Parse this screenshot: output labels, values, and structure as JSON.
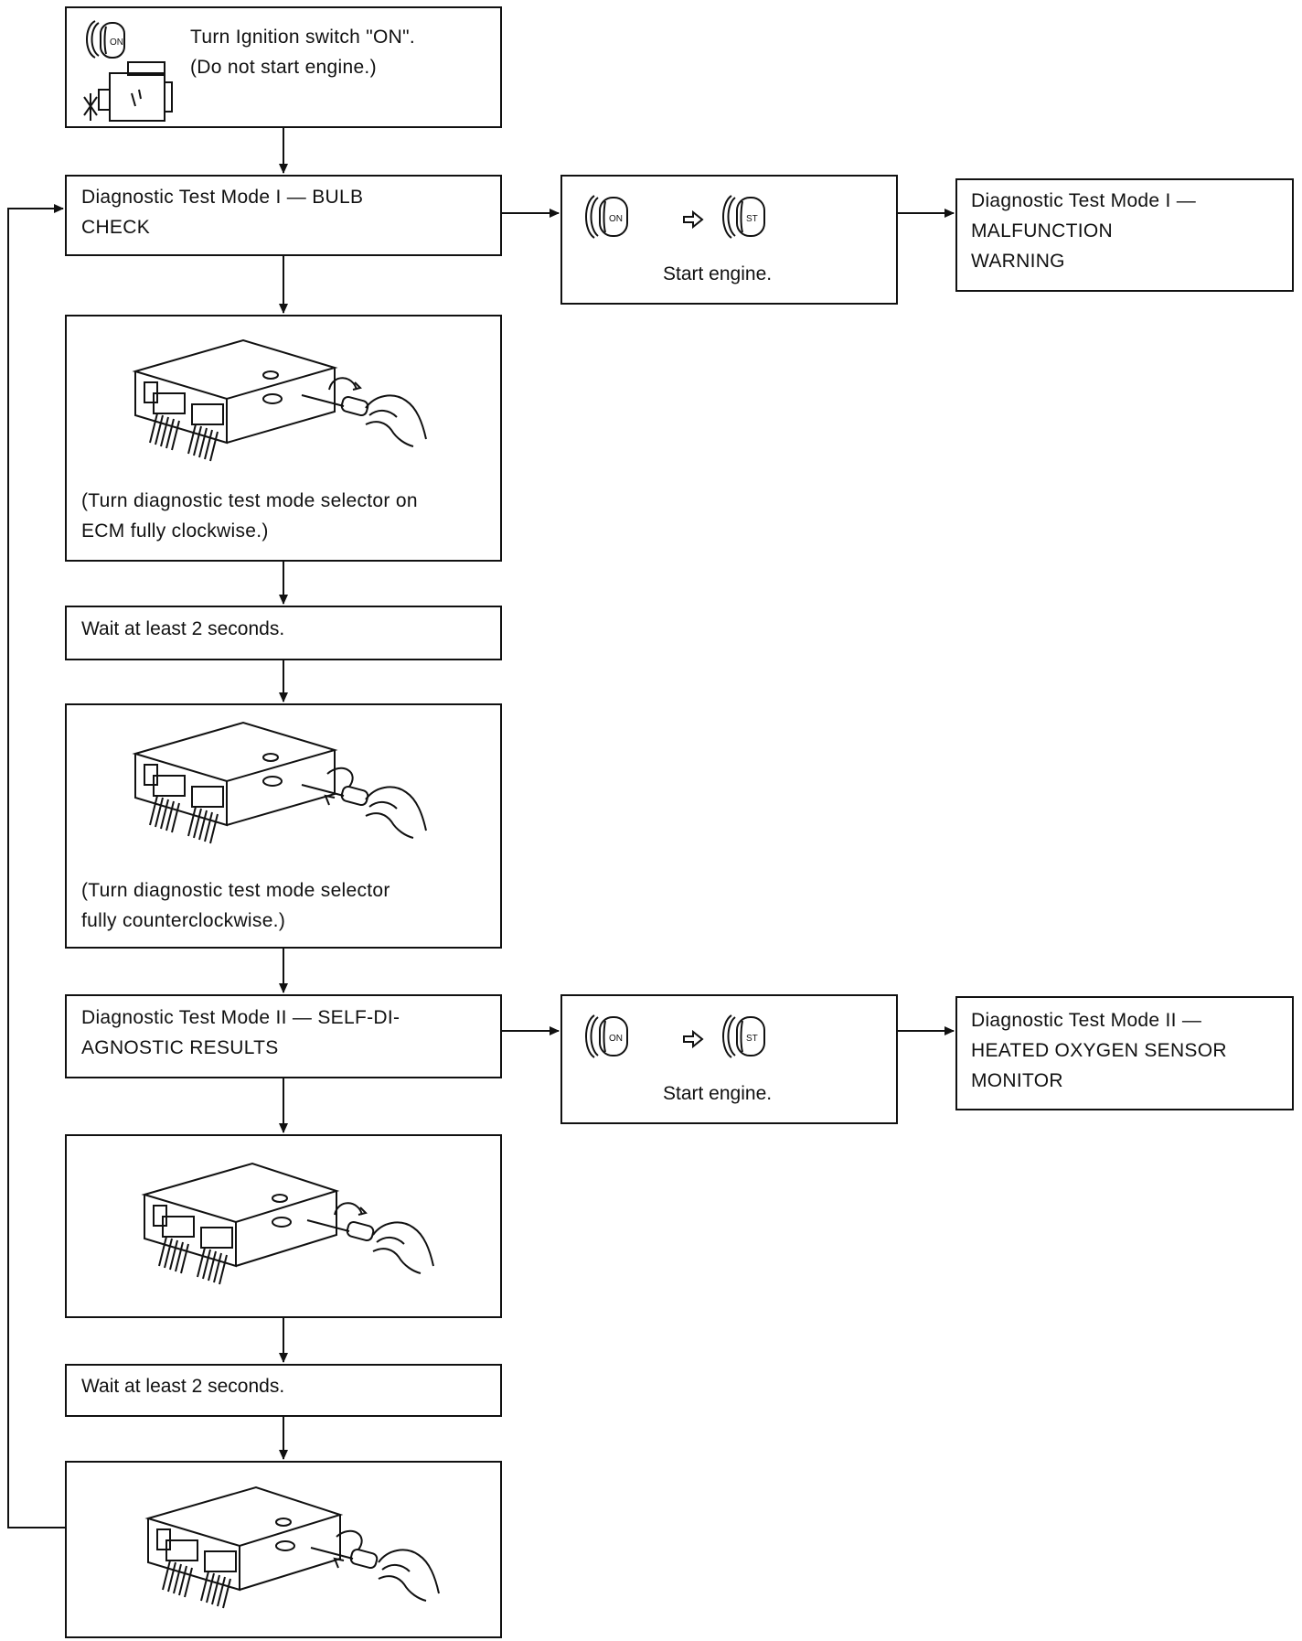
{
  "flow": {
    "step1": {
      "line1": "Turn Ignition switch \"ON\".",
      "line2": "(Do not start engine.)"
    },
    "mode1": {
      "line1": "Diagnostic Test Mode I — BULB",
      "line2": "CHECK"
    },
    "start_engine_1": "Start engine.",
    "mode1_result": {
      "line1": "Diagnostic Test Mode I —",
      "line2": "MALFUNCTION",
      "line3": "WARNING"
    },
    "selector_cw": {
      "line1": "(Turn diagnostic test mode selector on",
      "line2": "ECM fully clockwise.)"
    },
    "wait1": "Wait at least 2 seconds.",
    "selector_ccw": {
      "line1": "(Turn diagnostic test mode selector",
      "line2": "fully counterclockwise.)"
    },
    "mode2": {
      "line1": "Diagnostic Test Mode II — SELF-DI-",
      "line2": "AGNOSTIC RESULTS"
    },
    "start_engine_2": "Start engine.",
    "mode2_result": {
      "line1": "Diagnostic Test Mode II —",
      "line2": "HEATED OXYGEN SENSOR",
      "line3": "MONITOR"
    },
    "wait2": "Wait at least 2 seconds."
  },
  "key_labels": {
    "on": "ON",
    "start": "ST"
  },
  "icons": [
    "ignition-key-icon",
    "engine-icon",
    "ecm-unit-icon",
    "screwdriver-icon",
    "hand-icon",
    "arrow-right-icon"
  ]
}
